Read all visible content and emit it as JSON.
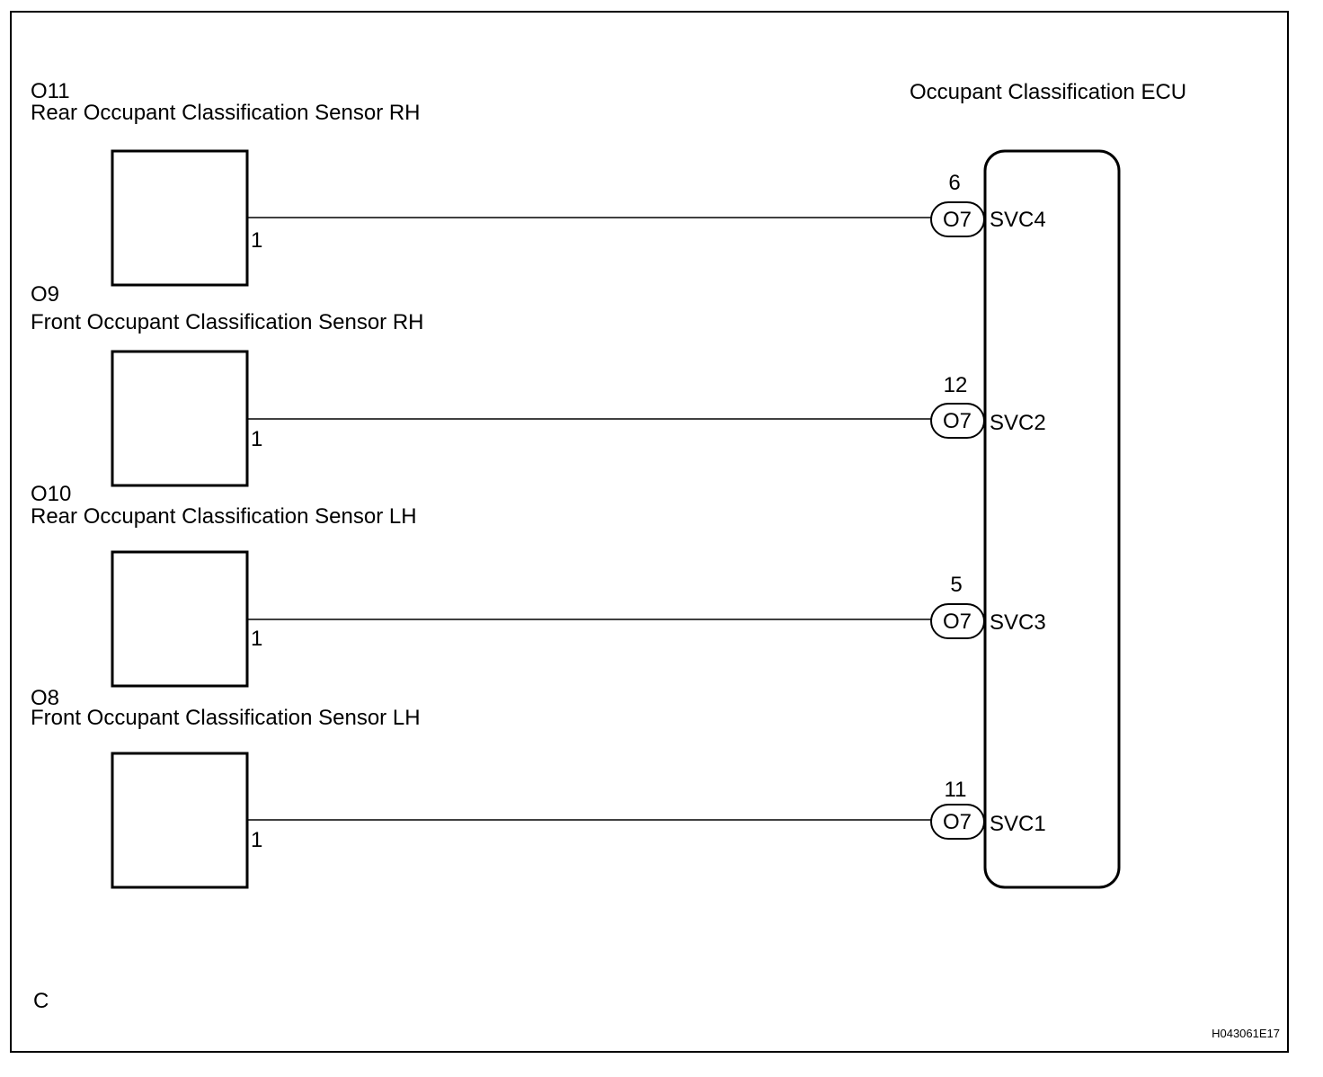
{
  "ecu": {
    "title": "Occupant Classification ECU",
    "connector": "O7"
  },
  "sensors": [
    {
      "code": "O11",
      "name": "Rear Occupant Classification Sensor RH",
      "pin": "1",
      "ecu_pin": "6",
      "terminal": "SVC4"
    },
    {
      "code": "O9",
      "name": "Front Occupant Classification Sensor RH",
      "pin": "1",
      "ecu_pin": "12",
      "terminal": "SVC2"
    },
    {
      "code": "O10",
      "name": "Rear Occupant Classification Sensor LH",
      "pin": "1",
      "ecu_pin": "5",
      "terminal": "SVC3"
    },
    {
      "code": "O8",
      "name": "Front Occupant Classification Sensor LH",
      "pin": "1",
      "ecu_pin": "11",
      "terminal": "SVC1"
    }
  ],
  "footer": {
    "corner_label": "C",
    "figure_id": "H043061E17"
  }
}
